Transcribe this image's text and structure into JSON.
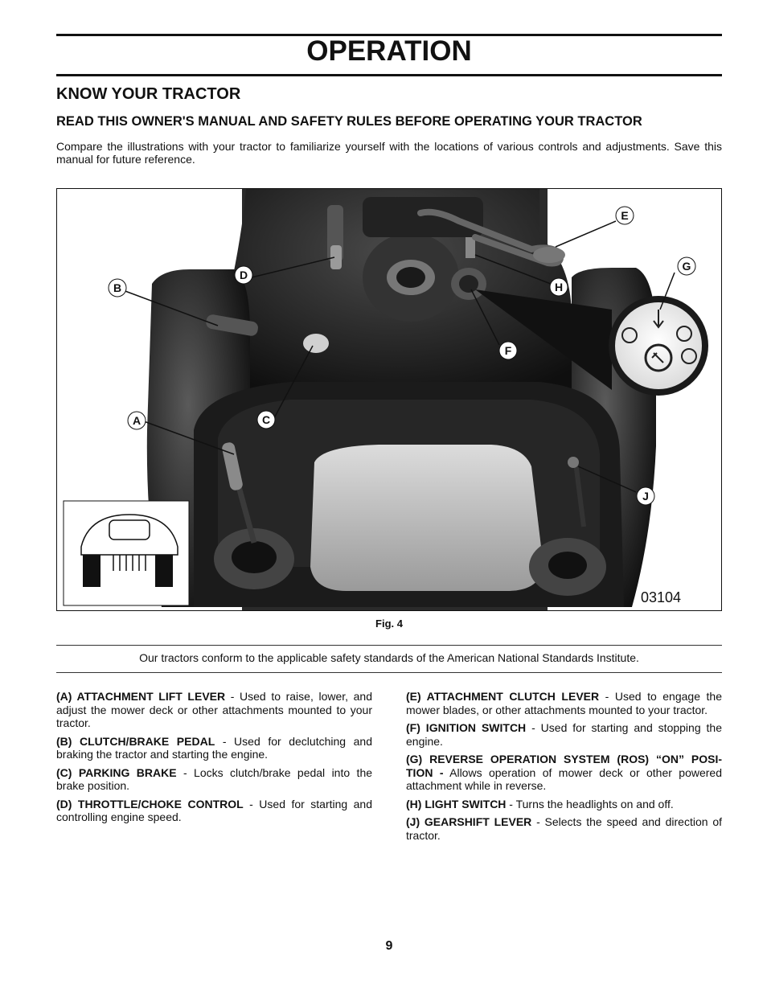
{
  "header": {
    "title": "OPERATION"
  },
  "section": {
    "heading": "KNOW YOUR TRACTOR",
    "subheading": "READ THIS OWNER'S MANUAL AND SAFETY RULES BEFORE OPERATING YOUR TRACTOR",
    "intro": "Compare the illustrations with your tractor to familiarize yourself with the locations of various controls and adjustments. Save this manual for future reference."
  },
  "figure": {
    "caption": "Fig. 4",
    "number": "03104",
    "callouts": [
      "A",
      "B",
      "C",
      "D",
      "E",
      "F",
      "G",
      "H",
      "J"
    ]
  },
  "standards_note": "Our tractors conform to the applicable safety standards of the American National Standards Institute.",
  "descriptions": {
    "left": [
      {
        "term": "(A) ATTACHMENT LIFT LEVER",
        "text": " - Used to raise, lower, and adjust the mower deck or other attachments mounted to your tractor."
      },
      {
        "term": "(B) CLUTCH/BRAKE PEDAL",
        "text": " - Used for declutching and braking the tractor and starting the engine."
      },
      {
        "term": "(C) PARKING BRAKE",
        "text": " - Locks clutch/brake pedal into the brake position."
      },
      {
        "term": "(D) THROTTLE/CHOKE CONTROL",
        "text": " - Used for starting and controlling engine speed."
      }
    ],
    "right": [
      {
        "term": "(E) ATTACHMENT CLUTCH LEVER",
        "text": " - Used to engage the mower blades, or other attachments mounted to your tractor."
      },
      {
        "term": "(F) IGNITION SWITCH",
        "text": " - Used for starting and stopping the engine."
      },
      {
        "term": "(G) REVERSE OPERATION SYSTEM (ROS) “ON” POSI-TION -",
        "text": " Allows operation of mower deck or other powered attachment while in reverse."
      },
      {
        "term": "(H) LIGHT SWITCH",
        "text": " - Turns the headlights on and off."
      },
      {
        "term": "(J) GEARSHIFT LEVER",
        "text": " - Selects the speed and direction of tractor."
      }
    ]
  },
  "page": {
    "number": "9"
  }
}
